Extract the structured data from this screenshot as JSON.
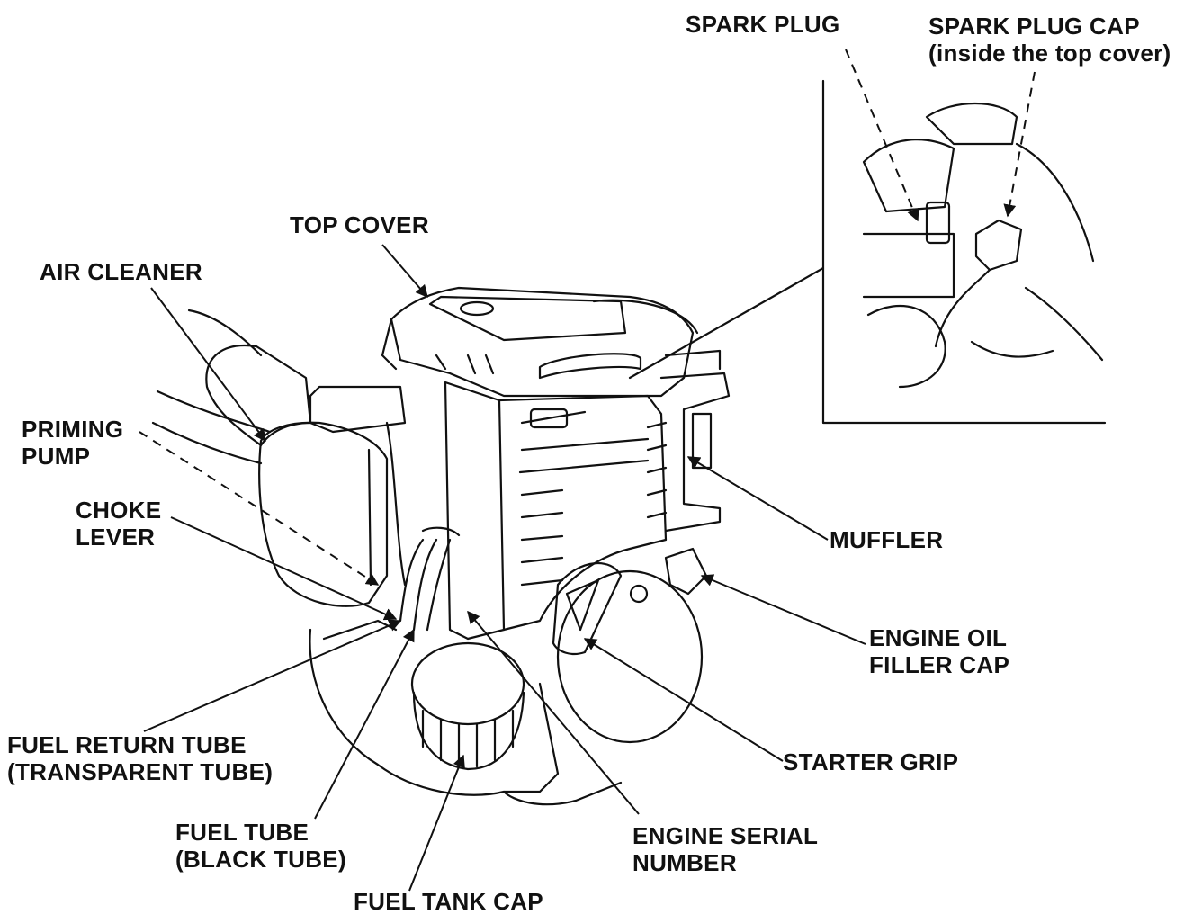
{
  "labels": {
    "spark_plug": "SPARK PLUG",
    "spark_plug_cap": [
      "SPARK PLUG CAP",
      "(inside the top cover)"
    ],
    "top_cover": "TOP COVER",
    "air_cleaner": "AIR CLEANER",
    "priming_pump": [
      "PRIMING",
      "PUMP"
    ],
    "choke_lever": [
      "CHOKE",
      "LEVER"
    ],
    "muffler": "MUFFLER",
    "engine_oil_filler_cap": [
      "ENGINE OIL",
      "FILLER CAP"
    ],
    "starter_grip": "STARTER GRIP",
    "fuel_return_tube": [
      "FUEL RETURN TUBE",
      "(TRANSPARENT TUBE)"
    ],
    "fuel_tube": [
      "FUEL TUBE",
      "(BLACK TUBE)"
    ],
    "engine_serial_number": [
      "ENGINE SERIAL",
      "NUMBER"
    ],
    "fuel_tank_cap": "FUEL TANK CAP"
  }
}
